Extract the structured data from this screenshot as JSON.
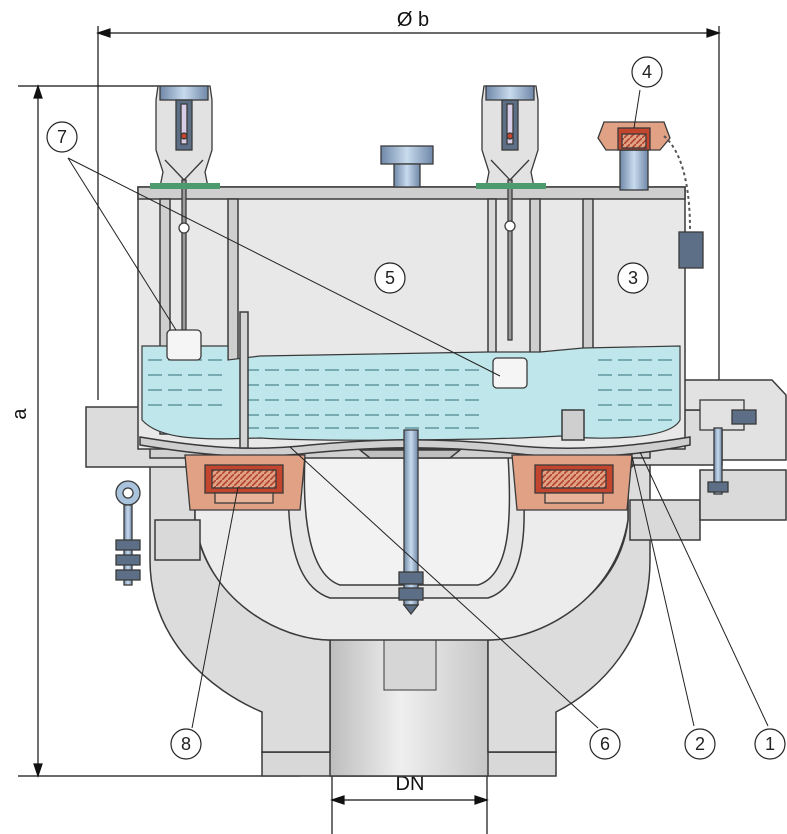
{
  "dimensions": {
    "height_label": "a",
    "diameter_label": "Ø b",
    "nominal_label": "DN"
  },
  "callouts": [
    {
      "id": "1",
      "label": "1"
    },
    {
      "id": "2",
      "label": "2"
    },
    {
      "id": "3",
      "label": "3"
    },
    {
      "id": "4",
      "label": "4"
    },
    {
      "id": "5",
      "label": "5"
    },
    {
      "id": "6",
      "label": "6"
    },
    {
      "id": "7",
      "label": "7"
    },
    {
      "id": "8",
      "label": "8"
    }
  ],
  "colors": {
    "body_fill": "#e3e3e3",
    "body_shade": "#c9c9c9",
    "outline": "#3a3a3a",
    "liquid": "#bfe6ea",
    "valve_copper": "#e0a184",
    "valve_red": "#c4452e",
    "cap_blue": "#a9c3dd",
    "cap_dark": "#5d6f86"
  }
}
